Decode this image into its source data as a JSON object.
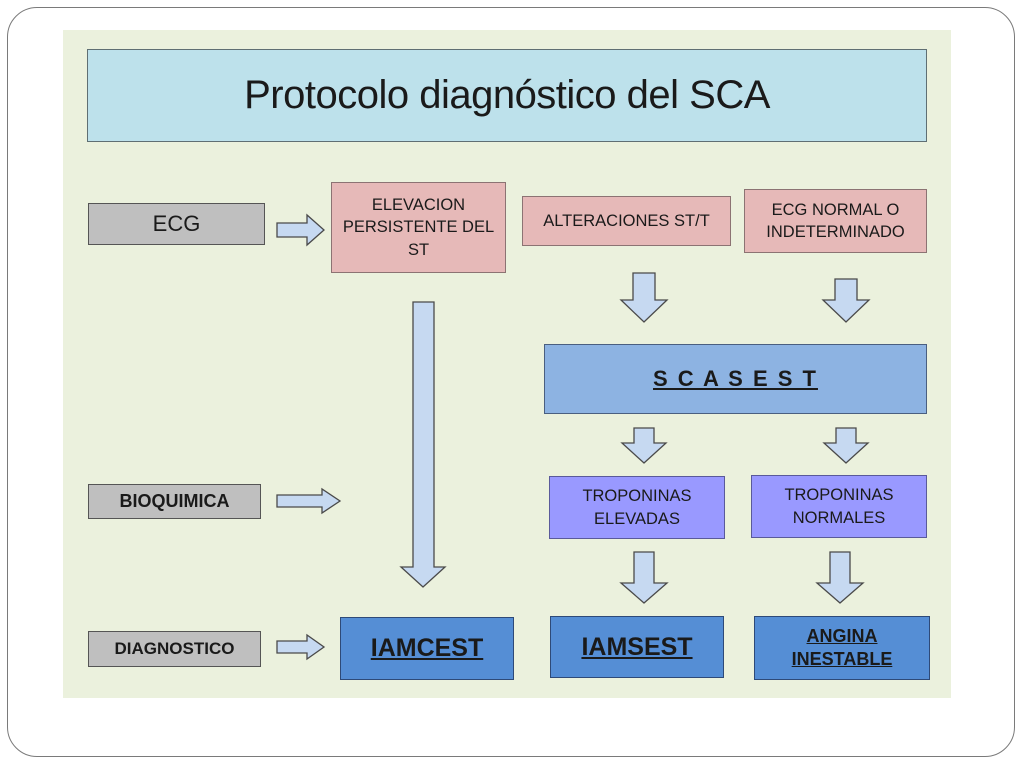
{
  "title": "Protocolo diagnóstico del SCA",
  "rows": {
    "ecg": "ECG",
    "bioquimica": "BIOQUIMICA",
    "diagnostico": "DIAGNOSTICO"
  },
  "ecg_findings": {
    "elevacion": [
      "ELEVACION",
      "PERSISTENTE DEL",
      "ST"
    ],
    "alteraciones": "ALTERACIONES ST/T",
    "normal": [
      "ECG NORMAL O",
      "INDETERMINADO"
    ]
  },
  "scasest": "S C A S E S T",
  "troponinas": {
    "elevadas": [
      "TROPONINAS",
      "ELEVADAS"
    ],
    "normales": [
      "TROPONINAS",
      "NORMALES"
    ]
  },
  "diagnoses": {
    "iamcest": "IAMCEST",
    "iamsest": "IAMSEST",
    "angina": [
      "ANGINA",
      "INESTABLE"
    ]
  },
  "colors": {
    "title_fill": "#bde1eb",
    "panel_fill": "#ebf1dd",
    "ecg_finding_fill": "#e6b9b8",
    "scasest_fill": "#8db3e2",
    "troponin_fill": "#9999ff",
    "diagnosis_fill": "#558ed5",
    "arrow_fill": "#c6d9f1"
  }
}
